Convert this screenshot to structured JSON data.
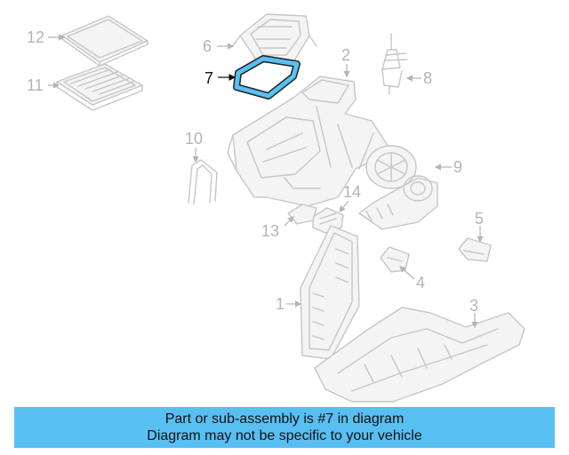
{
  "diagram": {
    "highlighted_part": "7",
    "highlight_color": "#58bff2",
    "callouts": [
      {
        "id": "c1",
        "label": "1",
        "highlighted": false
      },
      {
        "id": "c2",
        "label": "2",
        "highlighted": false
      },
      {
        "id": "c3",
        "label": "3",
        "highlighted": false
      },
      {
        "id": "c4",
        "label": "4",
        "highlighted": false
      },
      {
        "id": "c5",
        "label": "5",
        "highlighted": false
      },
      {
        "id": "c6",
        "label": "6",
        "highlighted": false
      },
      {
        "id": "c7",
        "label": "7",
        "highlighted": true
      },
      {
        "id": "c8",
        "label": "8",
        "highlighted": false
      },
      {
        "id": "c9",
        "label": "9",
        "highlighted": false
      },
      {
        "id": "c10",
        "label": "10",
        "highlighted": false
      },
      {
        "id": "c11",
        "label": "11",
        "highlighted": false
      },
      {
        "id": "c12",
        "label": "12",
        "highlighted": false
      },
      {
        "id": "c13",
        "label": "13",
        "highlighted": false
      },
      {
        "id": "c14",
        "label": "14",
        "highlighted": false
      }
    ]
  },
  "banner": {
    "line1": "Part or sub-assembly is #7 in diagram",
    "line2": "Diagram may not be specific to your vehicle",
    "color": "#58bff2"
  }
}
